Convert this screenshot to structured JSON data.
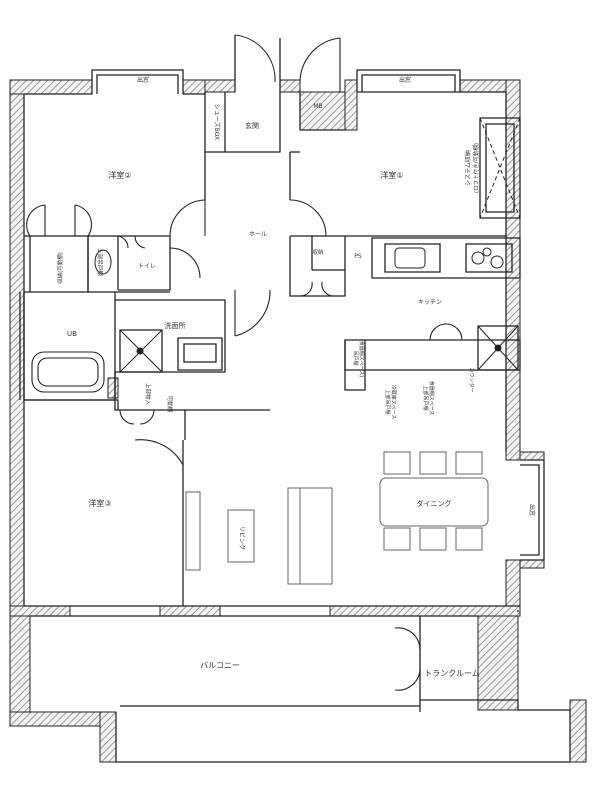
{
  "rooms": {
    "western_2": "洋室②",
    "western_1": "洋室①",
    "western_3": "洋室③",
    "entrance": "玄関",
    "hall": "ホール",
    "toilet": "トイレ",
    "washroom": "洗面所",
    "ub": "UB",
    "kitchen": "キッチン",
    "dining": "ダイニング",
    "living": "リビング",
    "balcony": "バルコニー",
    "trunk_room": "トランクルーム"
  },
  "storage": {
    "shoe_cabinet": "シューズBOX",
    "mb": "MB",
    "system_closet": "システム収納",
    "system_closet_sub": "(ロフト付き/可動棚)",
    "ps": "PS",
    "storage_small": "収納",
    "ps_small": "PS",
    "closet_left_1": "上部吊戸棚",
    "closet_left_2": "収納(可動棚)",
    "wash_storage_1": "上部物入",
    "wash_storage_2": "可動棚",
    "kitchen_note_1": "吊戸棚",
    "kitchen_note_2": "(食器棚スペース)",
    "kitchen_note_3": "上部吊戸棚",
    "kitchen_note_4": "上部吊戸棚",
    "kitchen_note_5": "カウンター",
    "kitchen_note_6": "冷蔵庫スペース",
    "kitchen_note_7": "食器棚スペース"
  },
  "windows": {
    "top_left": "出窓",
    "top_right": "出窓",
    "right": "出窓"
  }
}
